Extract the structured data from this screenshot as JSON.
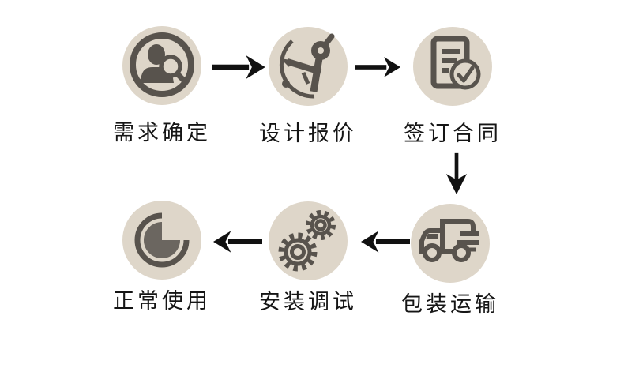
{
  "colors": {
    "page_bg": "#ffffff",
    "circle_bg": "#ded6c9",
    "glyph": "#58534d",
    "glyph_light": "#6b6660",
    "arrow": "#111111",
    "text": "#151515"
  },
  "flow": {
    "steps": [
      {
        "id": "requirements",
        "label": "需求确定",
        "icon": "user-search-icon",
        "row": 1,
        "col": 1
      },
      {
        "id": "design-quote",
        "label": "设计报价",
        "icon": "drafting-compass-icon",
        "row": 1,
        "col": 2
      },
      {
        "id": "sign-contract",
        "label": "签订合同",
        "icon": "contract-check-icon",
        "row": 1,
        "col": 3
      },
      {
        "id": "packing-shipping",
        "label": "包装运输",
        "icon": "truck-icon",
        "row": 2,
        "col": 3
      },
      {
        "id": "install-debug",
        "label": "安装调试",
        "icon": "gears-icon",
        "row": 2,
        "col": 2
      },
      {
        "id": "normal-use",
        "label": "正常使用",
        "icon": "pie-chart-icon",
        "row": 2,
        "col": 1
      }
    ],
    "arrows": [
      {
        "from": "requirements",
        "to": "design-quote",
        "direction": "right"
      },
      {
        "from": "design-quote",
        "to": "sign-contract",
        "direction": "right"
      },
      {
        "from": "sign-contract",
        "to": "packing-shipping",
        "direction": "down"
      },
      {
        "from": "packing-shipping",
        "to": "install-debug",
        "direction": "left"
      },
      {
        "from": "install-debug",
        "to": "normal-use",
        "direction": "left"
      }
    ]
  }
}
